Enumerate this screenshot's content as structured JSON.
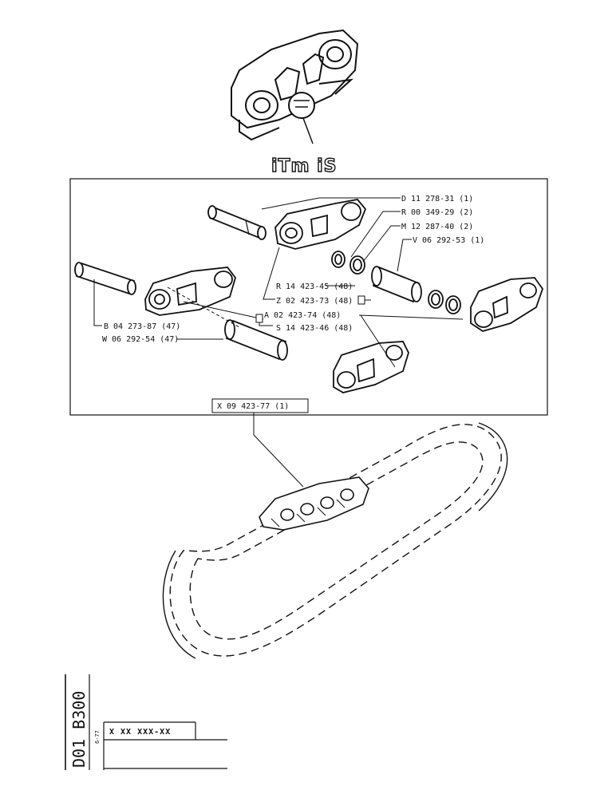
{
  "brand": "iTm iS",
  "parts": [
    {
      "ref": "D 11 278-31 (1)"
    },
    {
      "ref": "R 00 349-29 (2)"
    },
    {
      "ref": "M 12 287-40 (2)"
    },
    {
      "ref": "V 06 292-53 (1)"
    },
    {
      "ref": "R 14 423-45 (48)"
    },
    {
      "ref": "Z 02 423-73 (48)"
    },
    {
      "ref": "A 02 423-74 (48)"
    },
    {
      "ref": "S 14 423-46 (48)"
    },
    {
      "ref": "B 04 273-87 (47)"
    },
    {
      "ref": "W 06 292-54 (47)"
    }
  ],
  "assembly": "X 09 423-77 (1)",
  "title_block": {
    "page_ref": "D01 B300",
    "date": "6-77",
    "code": "X XX XXX-XX"
  }
}
